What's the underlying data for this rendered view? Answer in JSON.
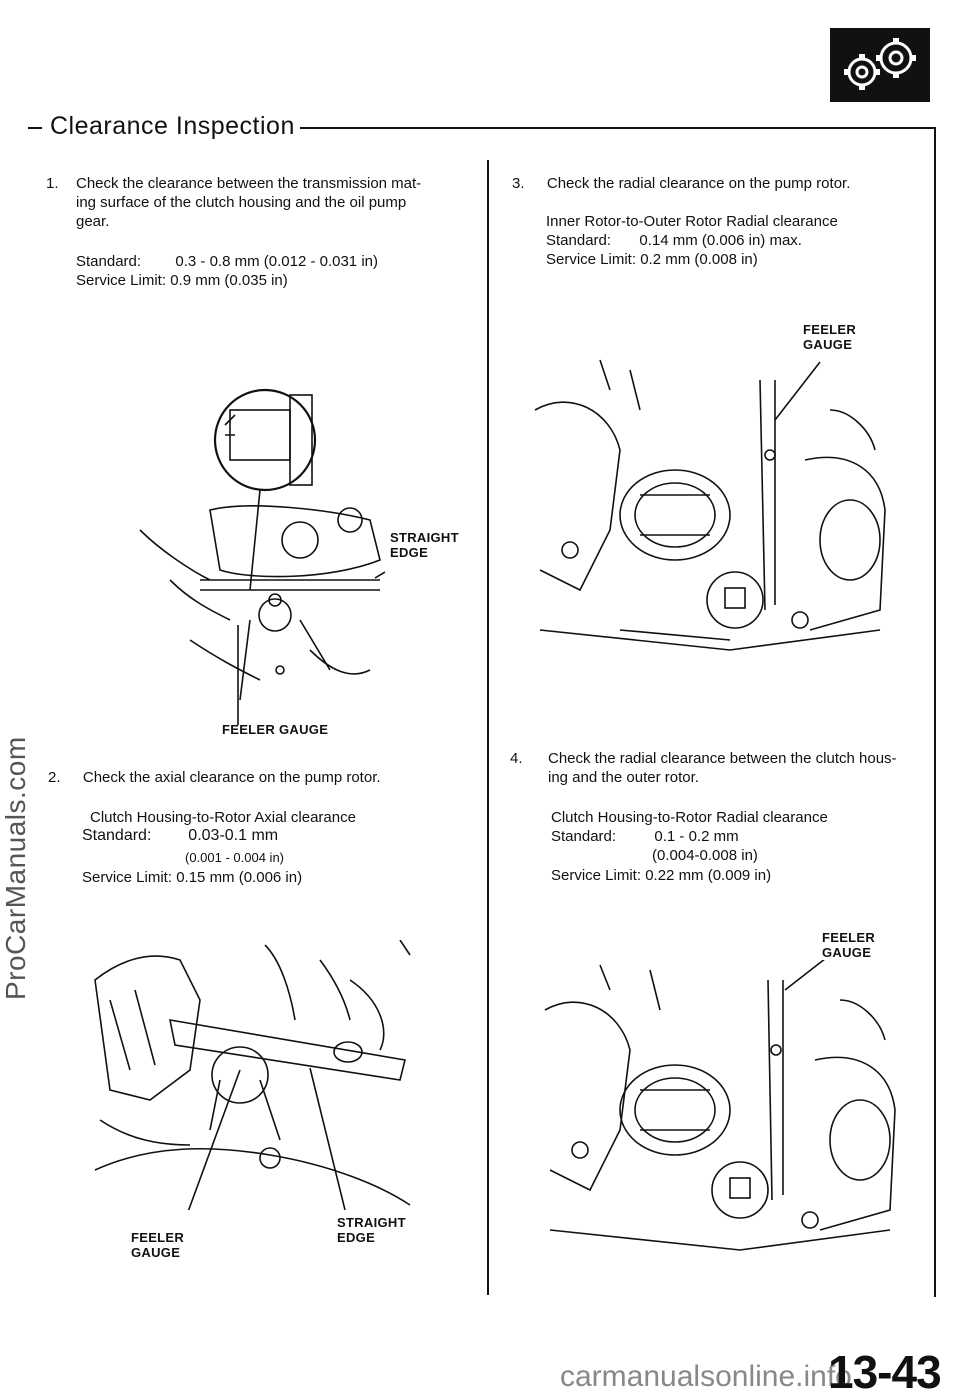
{
  "section": {
    "title": "Clearance Inspection",
    "icon": "gear-icon"
  },
  "steps": {
    "step1": {
      "num": "1.",
      "text_line1": "Check the clearance between the transmission mat-",
      "text_line2": "ing surface of the clutch housing and the oil pump",
      "text_line3": "gear.",
      "standard_label": "Standard:",
      "standard_value": "0.3 - 0.8 mm  (0.012 - 0.031  in)",
      "service_label": "Service Limit:",
      "service_value": "0.9 mm  (0.035 in)",
      "callout_straight_1": "STRAIGHT",
      "callout_straight_2": "EDGE",
      "callout_feeler": "FEELER GAUGE"
    },
    "step2": {
      "num": "2.",
      "text_line1": "Check the axial clearance on the pump rotor.",
      "subtitle": "Clutch Housing-to-Rotor Axial clearance",
      "standard_label": "Standard:",
      "standard_value": "0.03-0.1 mm",
      "standard_value2": "(0.001  - 0.004 in)",
      "service_label": "Service Limit:",
      "service_value": "0.15 mm  (0.006 in)",
      "callout_feeler_1": "FEELER",
      "callout_feeler_2": "GAUGE",
      "callout_straight_1": "STRAIGHT",
      "callout_straight_2": "EDGE"
    },
    "step3": {
      "num": "3.",
      "text_line1": "Check the radial clearance on the pump rotor.",
      "subtitle": "Inner Rotor-to-Outer Rotor Radial clearance",
      "standard_label": "Standard:",
      "standard_value": "0.14 mm  (0.006 in)  max.",
      "service_label": "Service Limit:",
      "service_value": "0.2 mm  (0.008 in)",
      "callout_feeler_1": "FEELER",
      "callout_feeler_2": "GAUGE"
    },
    "step4": {
      "num": "4.",
      "text_line1": "Check the radial clearance between the clutch hous-",
      "text_line2": "ing and the outer rotor.",
      "subtitle": "Clutch Housing-to-Rotor Radial clearance",
      "standard_label": "Standard:",
      "standard_value": "0.1  - 0.2 mm",
      "standard_value2": "(0.004-0.008 in)",
      "service_label": "Service Limit:",
      "service_value": "0.22 mm  (0.009 in)",
      "callout_feeler_1": "FEELER",
      "callout_feeler_2": "GAUGE"
    }
  },
  "page_number": "13-43",
  "watermark": "ProCarManuals.com",
  "footer": "carmanualsonline.info"
}
